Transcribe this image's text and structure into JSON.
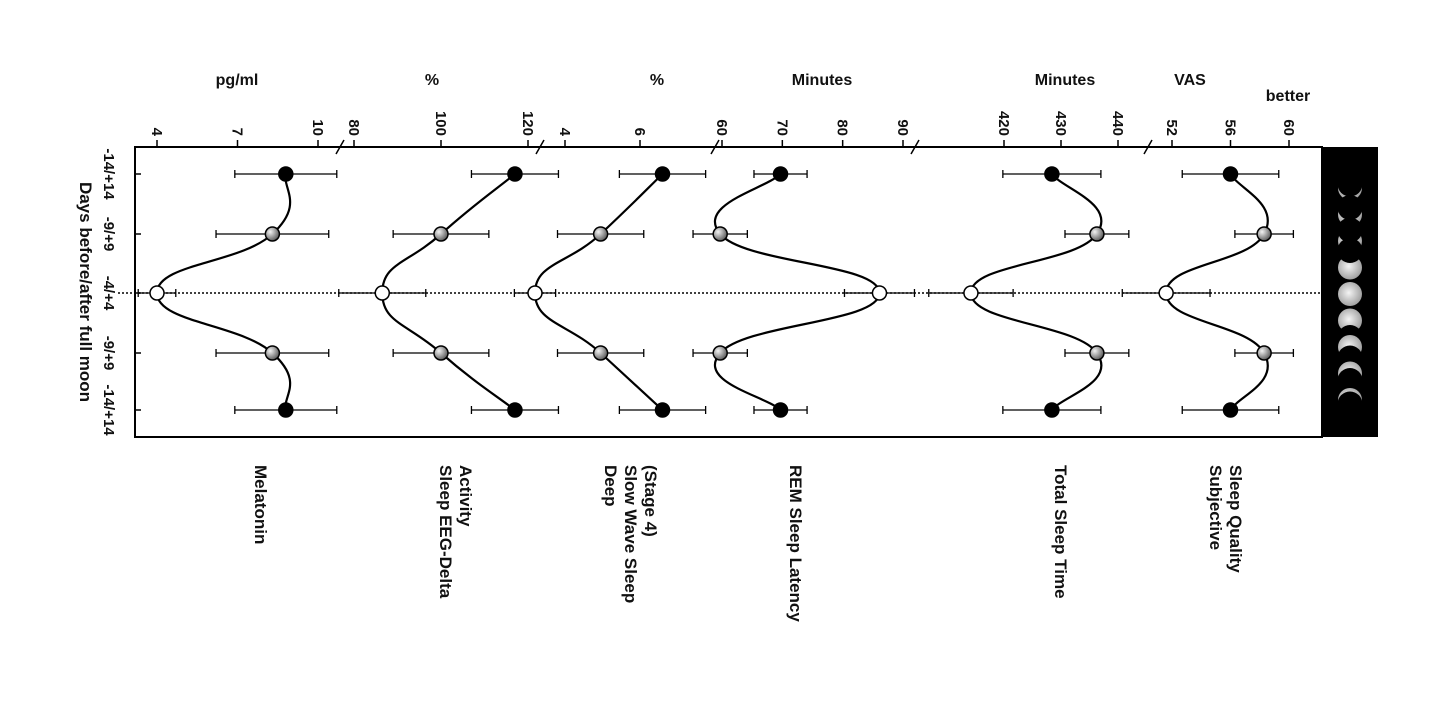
{
  "chart_data": {
    "type": "line",
    "orientation": "rotated-90-clockwise",
    "xlabel": "Days before/after full moon",
    "categories": [
      "-14/+14",
      "-9/+9",
      "-4/+4",
      "-9/+9",
      "-14/+14"
    ],
    "corner_note": "better",
    "panels": [
      {
        "name": "Melatonin",
        "label_lines": [
          "Melatonin"
        ],
        "unit": "pg/ml",
        "ticks": [
          4,
          7,
          10
        ],
        "range": [
          3.2,
          10.8
        ],
        "values": [
          8.8,
          8.3,
          4.0,
          8.3,
          8.8
        ],
        "errors": [
          1.9,
          2.1,
          0.7,
          2.1,
          1.9
        ]
      },
      {
        "name": "Sleep EEG-Delta Activity",
        "label_lines": [
          "Sleep EEG-Delta",
          "Activity"
        ],
        "unit": "%",
        "ticks": [
          80,
          100,
          120
        ],
        "range": [
          79,
          122
        ],
        "values": [
          117,
          100,
          86.5,
          100,
          117
        ],
        "errors": [
          10,
          11,
          10,
          11,
          10
        ]
      },
      {
        "name": "Deep Slow Wave Sleep (Stage 4)",
        "label_lines": [
          "Deep",
          "Slow Wave Sleep",
          "(Stage 4)"
        ],
        "unit": "%",
        "ticks": [
          4,
          6
        ],
        "range": [
          2.3,
          7.8
        ],
        "values": [
          6.6,
          4.95,
          3.2,
          4.95,
          6.6
        ],
        "errors": [
          1.15,
          1.15,
          0.55,
          1.15,
          1.15
        ]
      },
      {
        "name": "REM Sleep Latency",
        "label_lines": [
          "REM Sleep Latency"
        ],
        "unit": "Minutes",
        "ticks": [
          60,
          70,
          80,
          90
        ],
        "range": [
          59.5,
          92
        ],
        "values": [
          69.7,
          59.7,
          86.1,
          59.7,
          69.7
        ],
        "errors": [
          4.4,
          4.5,
          5.8,
          4.5,
          4.4
        ]
      },
      {
        "name": "Total Sleep Time",
        "label_lines": [
          "Total Sleep Time"
        ],
        "unit": "Minutes",
        "ticks": [
          420,
          430,
          440
        ],
        "range": [
          405,
          445
        ],
        "values": [
          428.4,
          436.3,
          414.2,
          436.3,
          428.4
        ],
        "errors": [
          8.6,
          5.6,
          7.4,
          5.6,
          8.6
        ]
      },
      {
        "name": "Subjective Sleep Quality",
        "label_lines": [
          "Subjective",
          "Sleep Quality"
        ],
        "unit": "VAS",
        "ticks": [
          52,
          56,
          60
        ],
        "range": [
          47,
          62
        ],
        "values": [
          56.0,
          58.3,
          51.6,
          58.3,
          56.0
        ],
        "errors": [
          3.3,
          2.0,
          3.0,
          2.0,
          3.3
        ]
      }
    ],
    "marker_fill": [
      "#000000",
      "#a0a0a0",
      "#ffffff",
      "#a0a0a0",
      "#000000"
    ]
  }
}
